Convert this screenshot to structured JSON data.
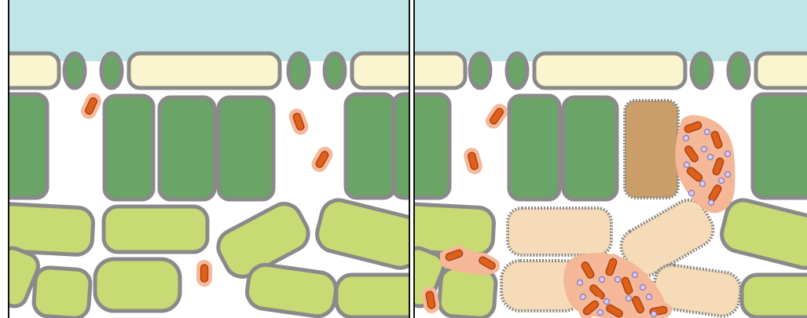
{
  "panels": [
    {
      "id": "healthy",
      "state": "healthy"
    },
    {
      "id": "infected",
      "state": "infected"
    }
  ],
  "colors": {
    "sky": "#bfe5e7",
    "cell_outline": "#8a8a8a",
    "palisade_fill": "#6aa467",
    "spongy_fill": "#c8da73",
    "epidermis_fill": "#fbf5cf",
    "guard_cell_fill": "#6aa467",
    "dead_palisade_fill": "#c99e68",
    "dead_spongy_fill": "#f6dbb8",
    "bacterium_fill": "#e0601a",
    "bacterium_outline": "#a64410",
    "bacterium_halo": "#f5b89a",
    "bacterium_cluster_fill": "#f4b797",
    "particle_fill": "#d9ccf0",
    "particle_outline": "#8877bb",
    "panel_border": "#111111"
  },
  "icons": {
    "bacterium": "rod-shaped-bacterium-icon",
    "particle": "round-particle-icon"
  }
}
